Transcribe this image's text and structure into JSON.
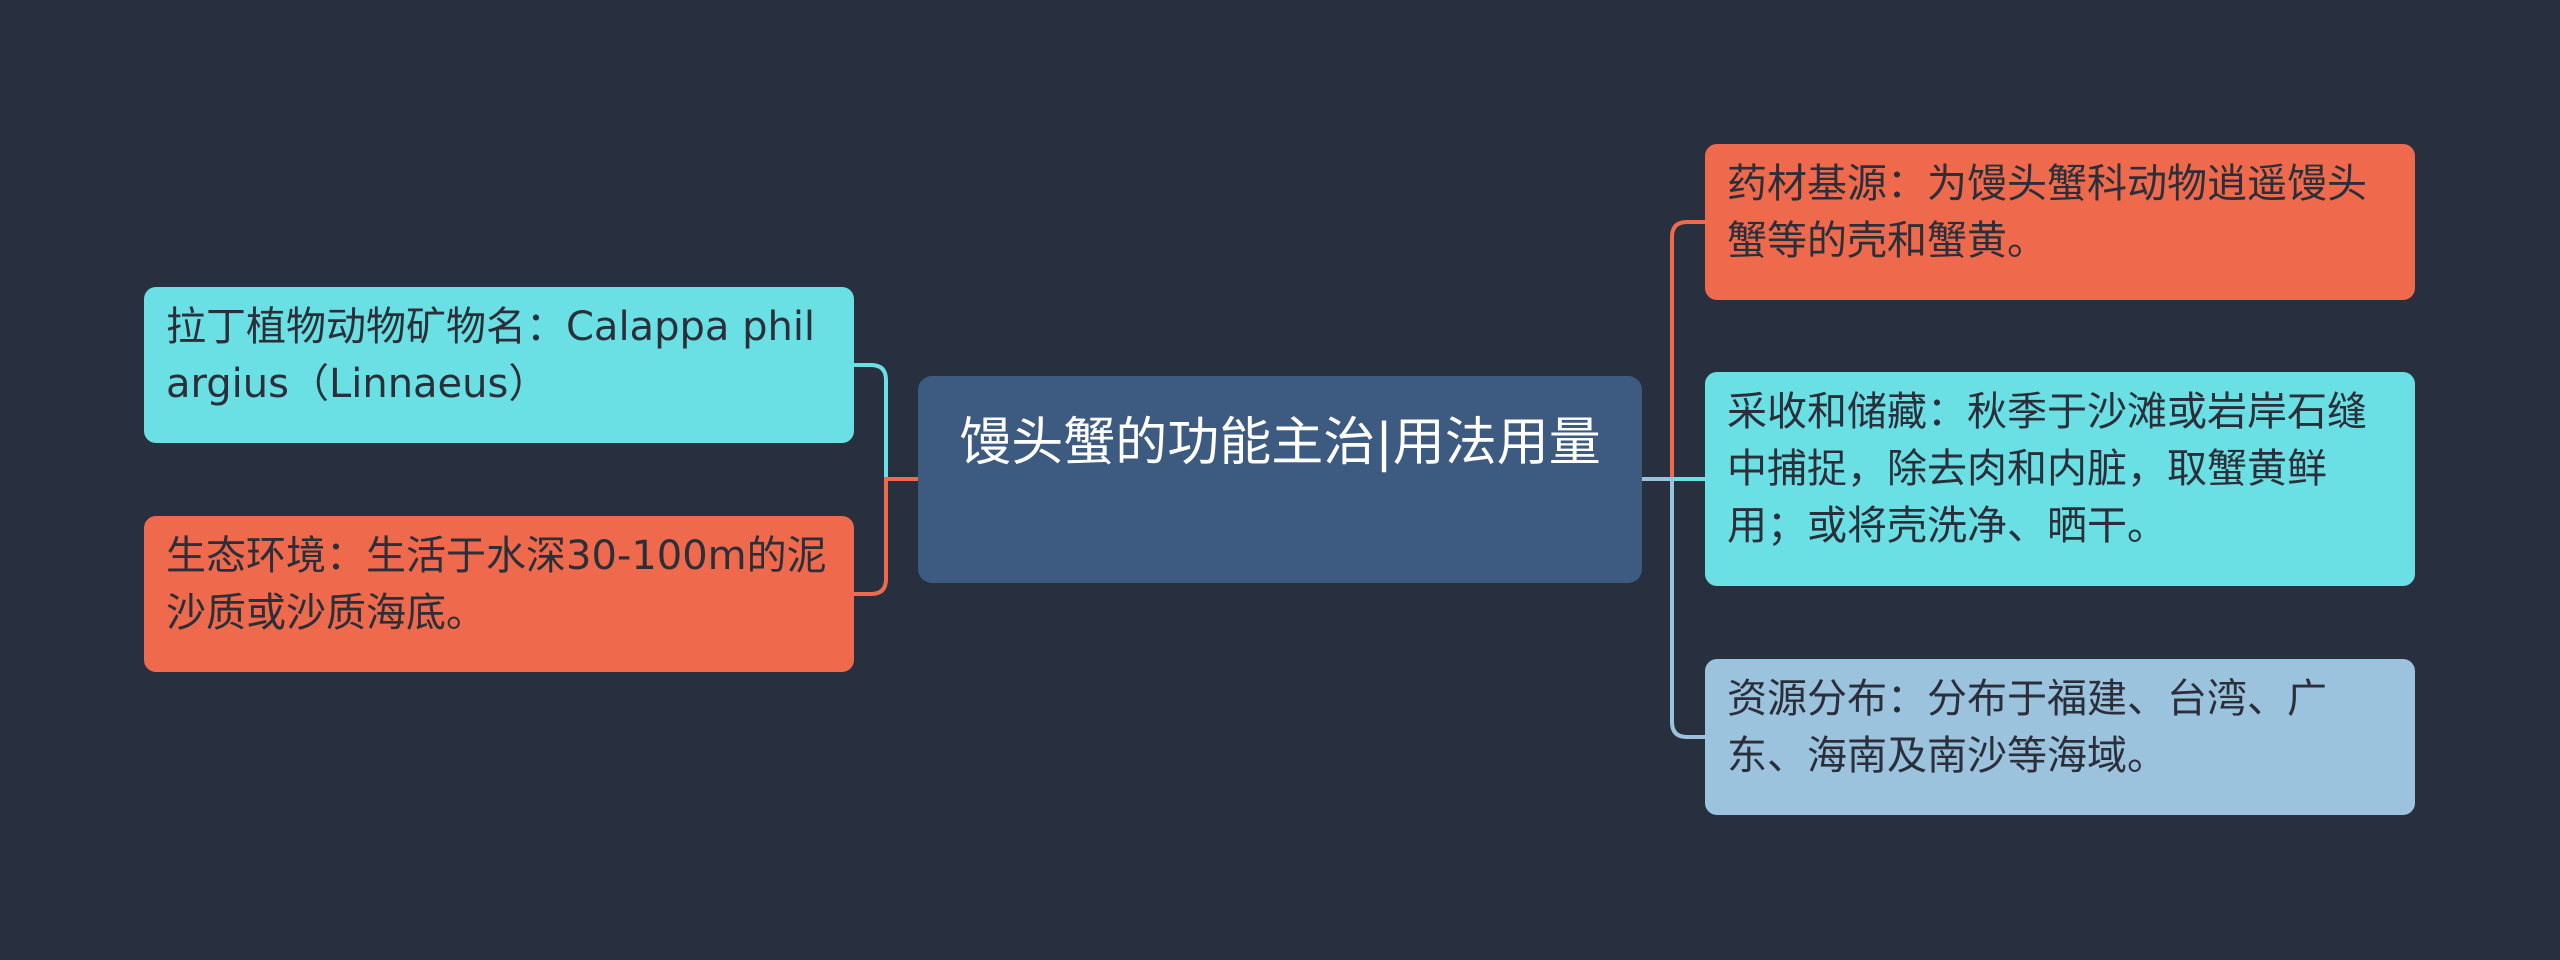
{
  "root": {
    "text": "馒头蟹的功能主治|用法用量"
  },
  "left_nodes": [
    {
      "text": "拉丁植物动物矿物名：Calappa philargius（Linnaeus）",
      "color": "#6ae0e4"
    },
    {
      "text": "生态环境：生活于水深30-100m的泥沙质或沙质海底。",
      "color": "#ef6a4c"
    }
  ],
  "right_nodes": [
    {
      "text": "药材基源：为馒头蟹科动物逍遥馒头蟹等的壳和蟹黄。",
      "color": "#ef6a4c"
    },
    {
      "text": "采收和储藏：秋季于沙滩或岩岸石缝中捕捉，除去肉和内脏，取蟹黄鲜用；或将壳洗净、晒干。",
      "color": "#6ae0e4"
    },
    {
      "text": "资源分布：分布于福建、台湾、广东、海南及南沙等海域。",
      "color": "#9cc3dd"
    }
  ],
  "colors": {
    "background": "#283040",
    "root": "#3d5a80",
    "root_text": "#ffffff",
    "node_text": "#2b2f3a"
  }
}
